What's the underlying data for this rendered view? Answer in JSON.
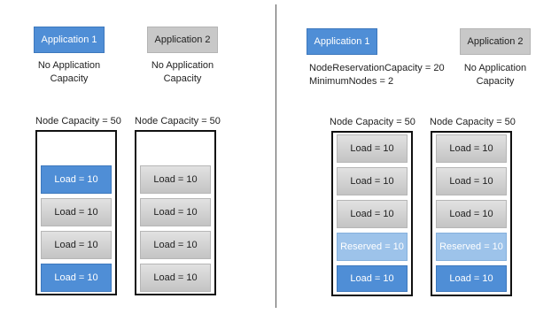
{
  "left": {
    "app1": {
      "label": "Application 1",
      "note": "No Application Capacity"
    },
    "app2": {
      "label": "Application 2",
      "note": "No Application Capacity"
    },
    "node1": {
      "capacity": "Node Capacity = 50",
      "cells": [
        {
          "label": "Load = 10",
          "kind": "blue"
        },
        {
          "label": "Load = 10",
          "kind": "load"
        },
        {
          "label": "Load = 10",
          "kind": "load"
        },
        {
          "label": "Load = 10",
          "kind": "blue"
        }
      ]
    },
    "node2": {
      "capacity": "Node Capacity = 50",
      "cells": [
        {
          "label": "Load = 10",
          "kind": "load"
        },
        {
          "label": "Load = 10",
          "kind": "load"
        },
        {
          "label": "Load = 10",
          "kind": "load"
        },
        {
          "label": "Load = 10",
          "kind": "load"
        }
      ]
    }
  },
  "right": {
    "app1": {
      "label": "Application 1",
      "note_line1": "NodeReservationCapacity = 20",
      "note_line2": "MinimumNodes = 2"
    },
    "app2": {
      "label": "Application 2",
      "note": "No Application Capacity"
    },
    "node1": {
      "capacity": "Node Capacity = 50",
      "cells": [
        {
          "label": "Load = 10",
          "kind": "load"
        },
        {
          "label": "Load = 10",
          "kind": "load"
        },
        {
          "label": "Load = 10",
          "kind": "load"
        },
        {
          "label": "Reserved = 10",
          "kind": "reserved"
        },
        {
          "label": "Load = 10",
          "kind": "blue"
        }
      ]
    },
    "node2": {
      "capacity": "Node Capacity = 50",
      "cells": [
        {
          "label": "Load = 10",
          "kind": "load"
        },
        {
          "label": "Load = 10",
          "kind": "load"
        },
        {
          "label": "Load = 10",
          "kind": "load"
        },
        {
          "label": "Reserved = 10",
          "kind": "reserved"
        },
        {
          "label": "Load = 10",
          "kind": "blue"
        }
      ]
    }
  },
  "colors": {
    "application1": "#4f8ed6",
    "application2": "#c8c8c8",
    "reserved": "#9dc3ea"
  }
}
